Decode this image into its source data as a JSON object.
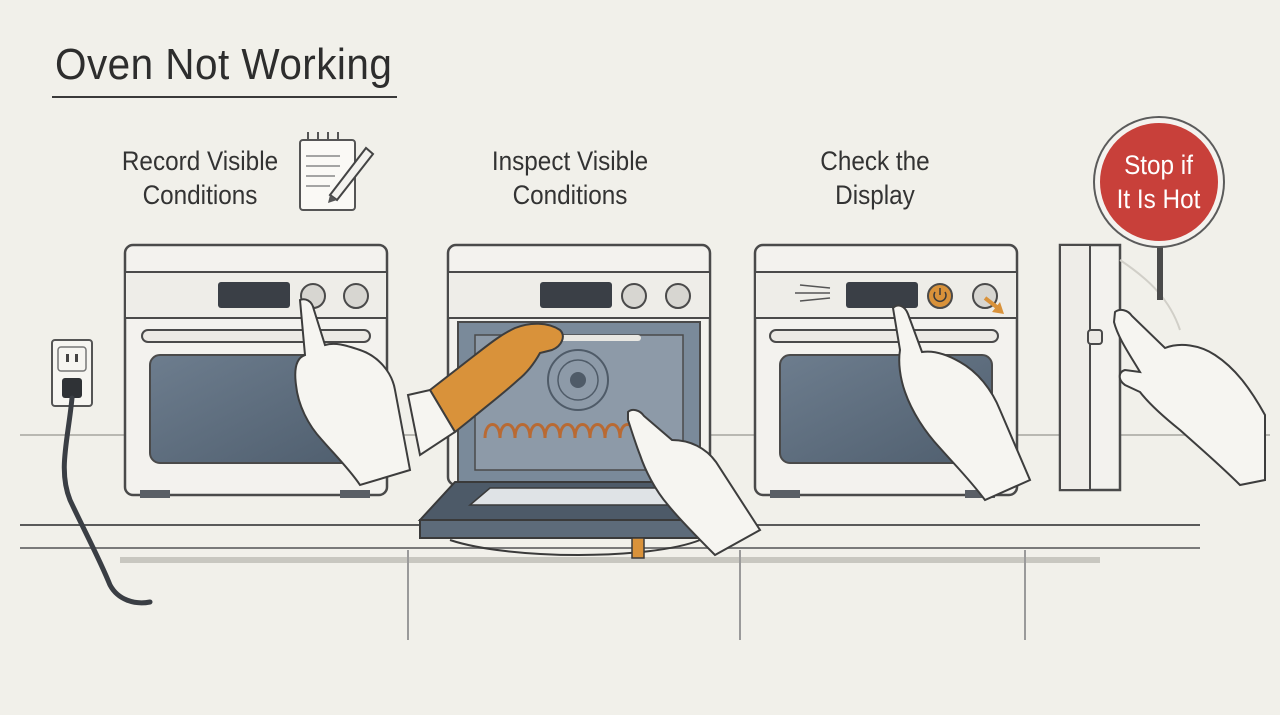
{
  "title": "Oven Not Working",
  "steps": [
    {
      "line1": "Record Visible",
      "line2": "Conditions"
    },
    {
      "line1": "Inspect Visible",
      "line2": "Conditions"
    },
    {
      "line1": "Check the",
      "line2": "Display"
    }
  ],
  "stop_sign": {
    "line1": "Stop if",
    "line2": "It Is Hot"
  },
  "icons": [
    "notepad-pencil-icon",
    "wall-outlet-icon",
    "power-knob-icon",
    "arrow-icon"
  ],
  "colors": {
    "background": "#f1f0ea",
    "oven_body": "#f3f2ee",
    "oven_window": "#5f6f80",
    "glove": "#d9923a",
    "stop_sign": "#c8403a",
    "line": "#4a4a4a"
  }
}
